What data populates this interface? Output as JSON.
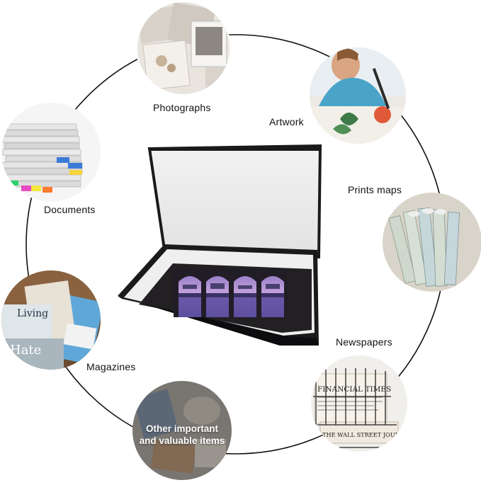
{
  "items": [
    {
      "key": "photographs",
      "label": "Photographs"
    },
    {
      "key": "artwork",
      "label": "Artwork"
    },
    {
      "key": "prints_maps",
      "label": "Prints maps"
    },
    {
      "key": "newspapers",
      "label": "Newspapers"
    },
    {
      "key": "other",
      "label_line1": "Other important",
      "label_line2": "and valuable items"
    },
    {
      "key": "magazines",
      "label": "Magazines"
    },
    {
      "key": "documents",
      "label": "Documents"
    }
  ],
  "photo_text": {
    "newspaper_masthead_1": "FINANCIAL TIMES",
    "newspaper_masthead_2": "THE WALL STREET JOURNAL",
    "magazine_title_1": "Living",
    "magazine_title_2": "Hate"
  },
  "colors": {
    "ring": "#111111",
    "box_black": "#1a1a1c",
    "box_white": "#f4f4f4",
    "sky_purple": "#b89ad6"
  }
}
